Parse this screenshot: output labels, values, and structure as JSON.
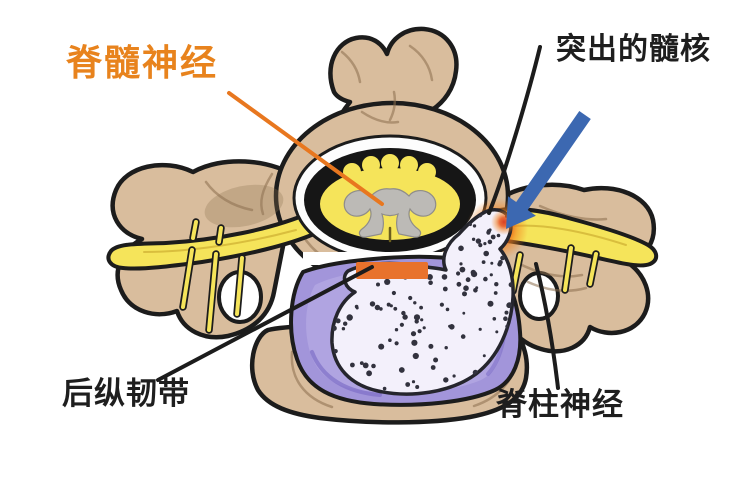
{
  "diagram": {
    "description": "Cross-section of a cervical vertebra showing a herniated (protruding) intervertebral disc compressing the nerve root",
    "background": "#ffffff",
    "labels": {
      "spinal_cord_nerve": {
        "text": "脊髓神经",
        "color": "#e8831d",
        "position": "top-left"
      },
      "protruding_nucleus": {
        "text": "突出的髓核",
        "color": "#1e1e1e",
        "position": "top-right"
      },
      "posterior_longitudinal_ligament": {
        "text": "后纵韧带",
        "color": "#1e1e1e",
        "position": "bottom-left"
      },
      "spinal_nerve": {
        "text": "脊柱神经",
        "color": "#1e1e1e",
        "position": "bottom-right"
      }
    },
    "icons": {
      "pressure_arrow": "thick-diagonal-arrow-pointing-down-left-at-herniation"
    },
    "annotations": {
      "pressure_arrow_direction": "down-left",
      "inflammation_site": "red glow where nucleus pulposus compresses the nerve root",
      "ligament_marker": "orange bar over posterior longitudinal ligament"
    },
    "colors": {
      "background": "#ffffff",
      "outline": "#1c1c1c",
      "bone": "#d9bd9d",
      "bone_shadow": "#8a6d4c",
      "nerve_yellow": "#f5e45a",
      "gray_matter": "#bcbab6",
      "disc_purple": "#a295da",
      "disc_purple_light": "#bcb0e7",
      "disc_purple_dark": "#7f6fc8",
      "nucleus": "#f3f0fb",
      "speckle": "#32323e",
      "ligament_orange": "#e8722c",
      "inflammation_red": "#d42000",
      "arrow_blue": "#3c68b1",
      "leader_orange": "#e8771f",
      "label_orange": "#e8831d",
      "label_black": "#1e1e1e"
    }
  }
}
